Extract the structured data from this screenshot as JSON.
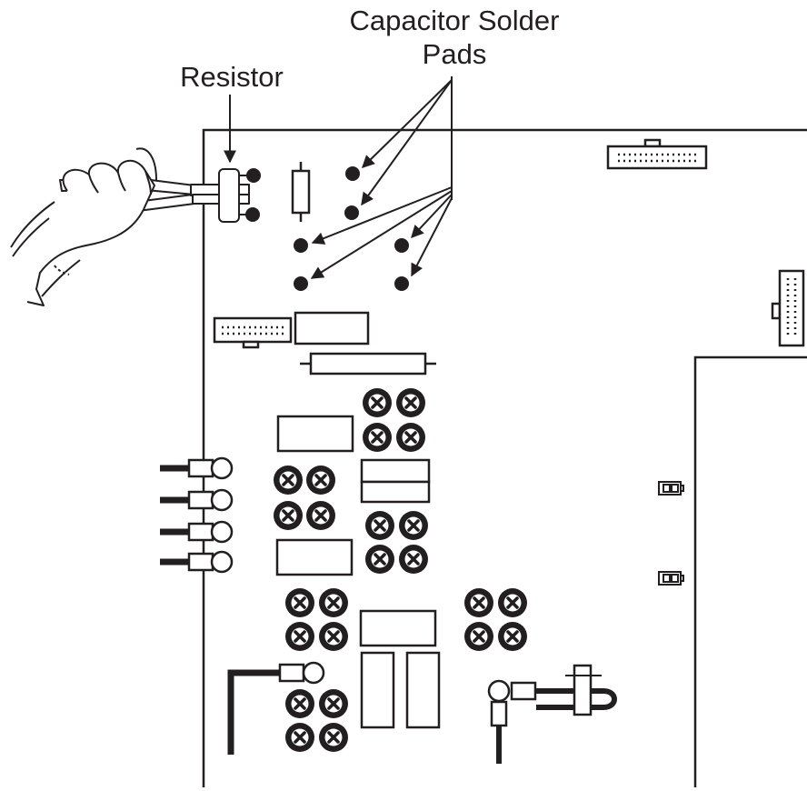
{
  "labels": {
    "resistor": "Resistor",
    "capacitor_line1": "Capacitor Solder",
    "capacitor_line2": "Pads"
  },
  "colors": {
    "ink": "#231f20",
    "paper": "#ffffff"
  },
  "icons": {
    "hand": "hand-holding-pliers-icon",
    "pad": "solder-pad-icon",
    "screw": "screw-terminal-icon",
    "connector": "ribbon-connector-icon"
  }
}
